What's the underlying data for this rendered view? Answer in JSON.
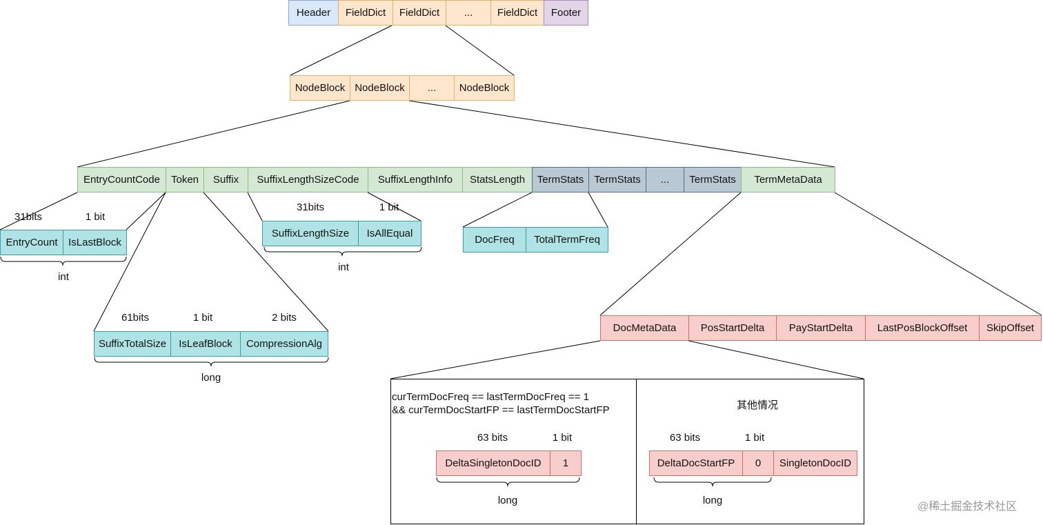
{
  "top_row": [
    "Header",
    "FieldDict",
    "FieldDict",
    "...",
    "FieldDict",
    "Footer"
  ],
  "node_row": [
    "NodeBlock",
    "NodeBlock",
    "...",
    "NodeBlock"
  ],
  "block_row": [
    "EntryCountCode",
    "Token",
    "Suffix",
    "SuffixLengthSizeCode",
    "SuffixLengthInfo",
    "StatsLength",
    "TermStats",
    "TermStats",
    "...",
    "TermStats",
    "TermMetaData"
  ],
  "entry_count": {
    "fields": [
      "EntryCount",
      "IsLastBlock"
    ],
    "bits": [
      "31bits",
      "1 bit"
    ],
    "type": "int"
  },
  "suffix_length": {
    "fields": [
      "SuffixLengthSize",
      "IsAllEqual"
    ],
    "bits": [
      "31bits",
      "1 bit"
    ],
    "type": "int"
  },
  "term_stats": {
    "fields": [
      "DocFreq",
      "TotalTermFreq"
    ]
  },
  "token": {
    "fields": [
      "SuffixTotalSize",
      "IsLeafBlock",
      "CompressionAlg"
    ],
    "bits": [
      "61bits",
      "1 bit",
      "2 bits"
    ],
    "type": "long"
  },
  "term_meta": {
    "fields": [
      "DocMetaData",
      "PosStartDelta",
      "PayStartDelta",
      "LastPosBlockOffset",
      "SkipOffset"
    ]
  },
  "doc_meta": {
    "case_singleton": {
      "condition_line1": "curTermDocFreq == lastTermDocFreq == 1",
      "condition_line2": "&& curTermDocStartFP == lastTermDocStartFP",
      "fields": [
        "DeltaSingletonDocID",
        "1"
      ],
      "bits": [
        "63 bits",
        "1 bit"
      ],
      "type": "long"
    },
    "case_other": {
      "condition": "其他情况",
      "fields": [
        "DeltaDocStartFP",
        "0",
        "SingletonDocID"
      ],
      "bits": [
        "63 bits",
        "1 bit"
      ],
      "type": "long"
    }
  },
  "watermark": "@稀土掘金技术社区",
  "colors": {
    "header": "#dae8fc",
    "fielddict": "#ffe6cc",
    "footer": "#e1d5e7",
    "block": "#d5e8d4",
    "termstats": "#bac8d3",
    "field": "#b0e3e6",
    "meta": "#f8cecc"
  }
}
